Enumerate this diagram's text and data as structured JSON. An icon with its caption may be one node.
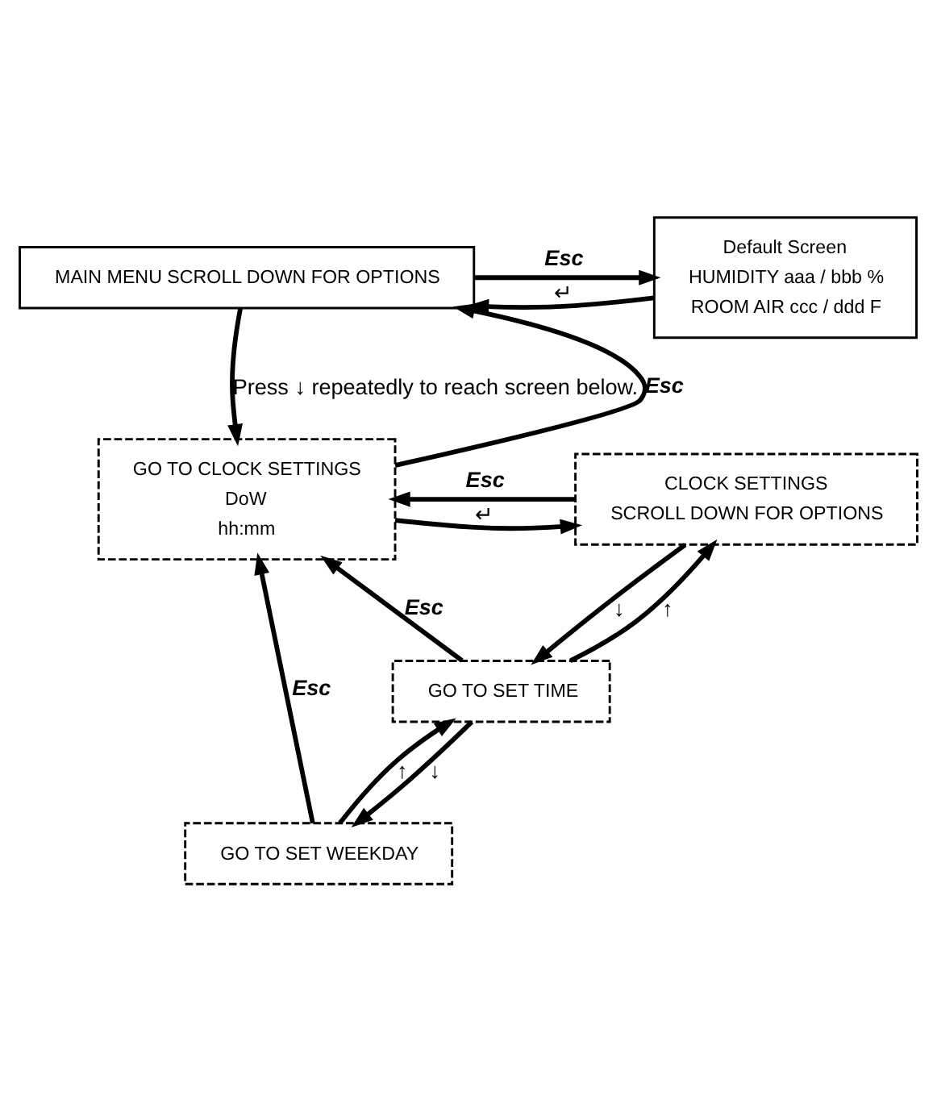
{
  "diagram": {
    "nodes": [
      {
        "text": [
          "MAIN MENU SCROLL DOWN FOR OPTIONS"
        ]
      },
      {
        "text": [
          "Default Screen",
          "HUMIDITY aaa / bbb %",
          "ROOM AIR ccc / ddd F"
        ]
      },
      {
        "text": [
          "GO TO CLOCK SETTINGS",
          "DoW",
          "hh:mm"
        ]
      },
      {
        "text": [
          "CLOCK SETTINGS",
          "SCROLL DOWN FOR OPTIONS"
        ]
      },
      {
        "text": [
          "GO TO SET TIME"
        ]
      },
      {
        "text": [
          "GO TO SET WEEKDAY"
        ]
      }
    ],
    "edges": [
      {
        "from": 0,
        "to": 1,
        "arrow": "to",
        "label": "Esc"
      },
      {
        "from": 1,
        "to": 0,
        "arrow": "to",
        "label": "↵"
      },
      {
        "from": 0,
        "to": 2,
        "arrow": "to",
        "label": "Press ↓ repeatedly to reach screen below."
      },
      {
        "from": 2,
        "to": 0,
        "arrow": "to",
        "label": "Esc"
      },
      {
        "from": 2,
        "to": 3,
        "arrow": "to",
        "label": "↵"
      },
      {
        "from": 3,
        "to": 2,
        "arrow": "to",
        "label": "Esc"
      },
      {
        "from": 3,
        "to": 4,
        "arrow": "to",
        "label": "↓"
      },
      {
        "from": 4,
        "to": 3,
        "arrow": "to",
        "label": "↑"
      },
      {
        "from": 4,
        "to": 5,
        "arrow": "to",
        "label": "↓"
      },
      {
        "from": 5,
        "to": 4,
        "arrow": "to",
        "label": "↑"
      },
      {
        "from": 4,
        "to": 2,
        "arrow": "to",
        "label": "Esc"
      },
      {
        "from": 5,
        "to": 2,
        "arrow": "to",
        "label": "Esc"
      }
    ]
  }
}
